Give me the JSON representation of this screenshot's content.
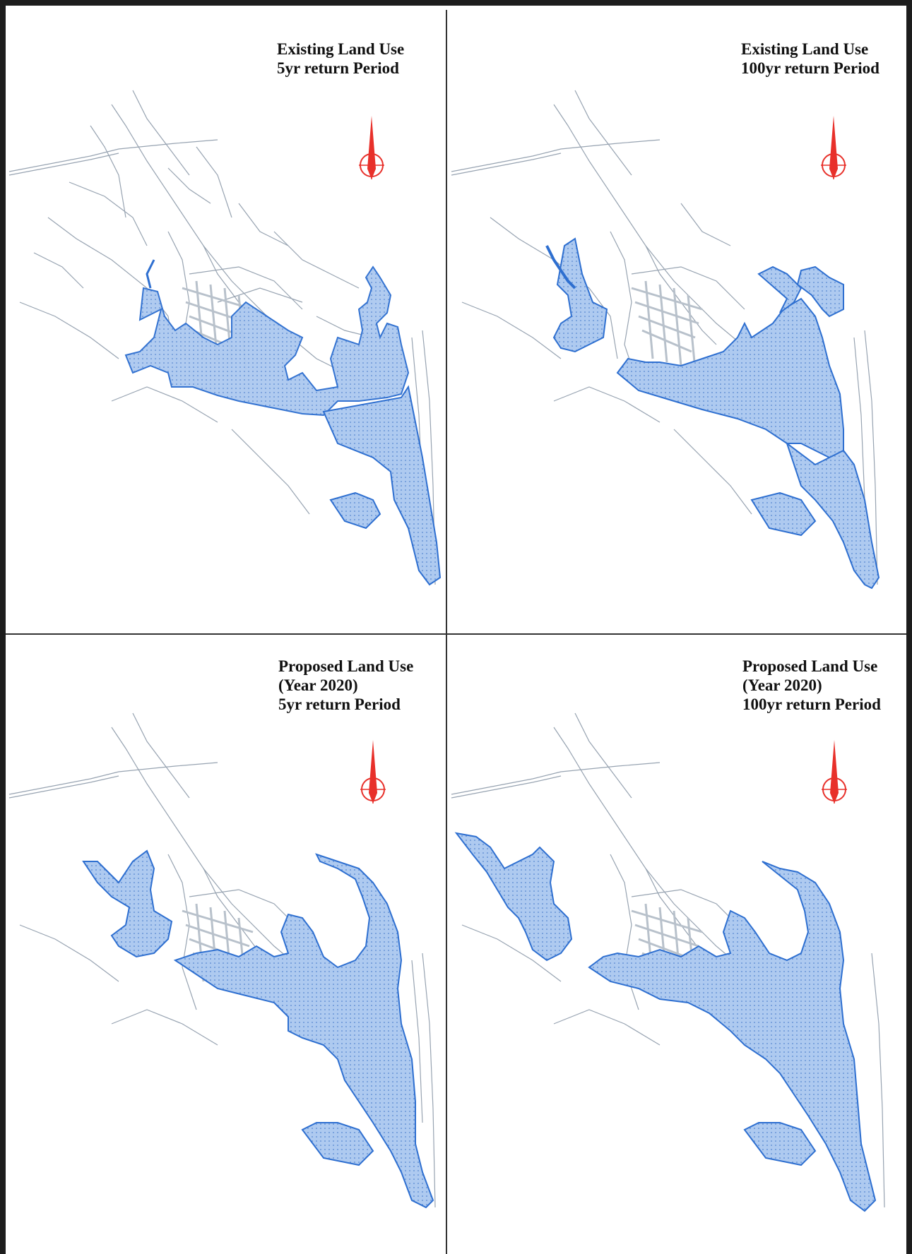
{
  "panels": [
    {
      "title_lines": [
        "Existing Land Use",
        "5yr return Period"
      ]
    },
    {
      "title_lines": [
        "Existing Land Use",
        "100yr return Period"
      ]
    },
    {
      "title_lines": [
        "Proposed Land Use",
        "(Year  2020)",
        "5yr return Period"
      ]
    },
    {
      "title_lines": [
        "Proposed Land Use",
        "(Year  2020)",
        "100yr return Period"
      ]
    }
  ],
  "colors": {
    "flood_fill": "#a9c4ea",
    "flood_edge": "#2e6fd0",
    "road": "#9aa6b3",
    "compass": "#e8302a",
    "frame": "#1d1d1d"
  },
  "icons": {
    "north_arrow": "north-arrow-icon"
  }
}
